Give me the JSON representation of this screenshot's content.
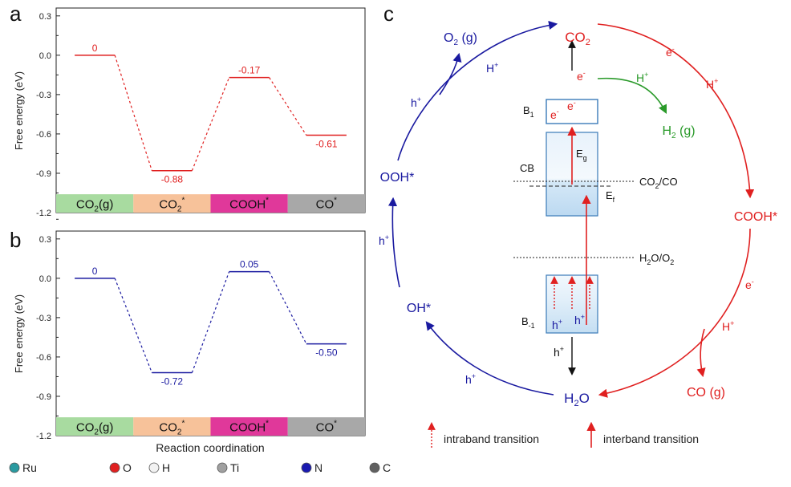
{
  "panels": {
    "a": "a",
    "b": "b",
    "c": "c"
  },
  "shared": {
    "ylabel": "Free energy (eV)",
    "xlabel": "Reaction coordination",
    "y_ticks": [
      "0.3",
      "0.0",
      "-0.3",
      "-0.6",
      "-0.9",
      "-1.2"
    ]
  },
  "chart_data": [
    {
      "type": "line",
      "panel": "a",
      "title": "",
      "xlabel": "",
      "ylabel": "Free energy (eV)",
      "ylim": [
        -1.2,
        0.36
      ],
      "categories": [
        "CO2(g)",
        "CO2*",
        "COOH*",
        "CO*"
      ],
      "values": [
        0,
        -0.88,
        -0.17,
        -0.61
      ],
      "value_labels": [
        "0",
        "-0.88",
        "-0.17",
        "-0.61"
      ],
      "series_color": "#e02020",
      "stage_colors": [
        "#a8dba0",
        "#f7c29a",
        "#e0389a",
        "#a8a8a8"
      ]
    },
    {
      "type": "line",
      "panel": "b",
      "title": "",
      "xlabel": "Reaction coordination",
      "ylabel": "Free energy (eV)",
      "ylim": [
        -1.2,
        0.36
      ],
      "categories": [
        "CO2(g)",
        "CO2*",
        "COOH*",
        "CO*"
      ],
      "values": [
        0,
        -0.72,
        0.05,
        -0.5
      ],
      "value_labels": [
        "0",
        "-0.72",
        "0.05",
        "-0.50"
      ],
      "series_color": "#1a1aa0",
      "stage_colors": [
        "#a8dba0",
        "#f7c29a",
        "#e0389a",
        "#a8a8a8"
      ]
    }
  ],
  "legend": [
    {
      "label": "Ru",
      "color": "#2a9aa0"
    },
    {
      "label": "O",
      "color": "#e02020"
    },
    {
      "label": "H",
      "color": "#f2f2f2"
    },
    {
      "label": "Ti",
      "color": "#a0a0a0"
    },
    {
      "label": "N",
      "color": "#1a1ab0"
    },
    {
      "label": "C",
      "color": "#606060"
    }
  ],
  "diagram": {
    "blue": "#1a1aa0",
    "red": "#e02020",
    "green": "#2a9a2a",
    "nodes": {
      "co2": "CO2",
      "cooh": "COOH*",
      "co_g": "CO (g)",
      "h2o": "H2O",
      "oh": "OH*",
      "ooh": "OOH*",
      "o2": "O2 (g)",
      "h2": "H2 (g)"
    },
    "labels": {
      "e": "e-",
      "h_plus": "H+",
      "b1": "B1",
      "b_1": "B-1",
      "cb": "CB",
      "eg": "Eg",
      "ef": "Ef",
      "co2_co": "CO2/CO",
      "h2o_o2": "H2O/O2"
    },
    "legend": {
      "intraband": "intraband transition",
      "interband": "interband transition"
    }
  }
}
